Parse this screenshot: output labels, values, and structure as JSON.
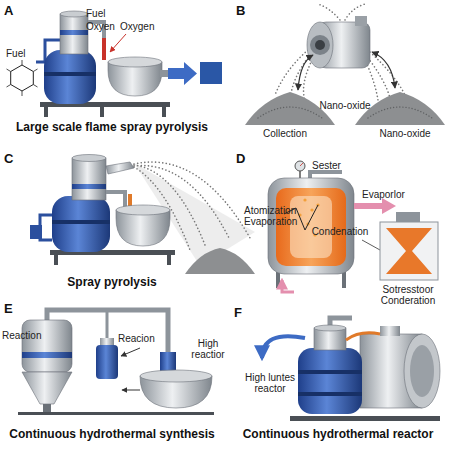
{
  "diagram": {
    "labels": [
      "A",
      "Fuel",
      "Oxyen",
      "Oxygen",
      "Fuel",
      "Large scale flame spray pyrolysis",
      "B",
      "Collection",
      "Nano-oxide",
      "Nano-oxide",
      "C",
      "Spray pyrolysis",
      "D",
      "Sester",
      "Atomization Evaporation",
      "Evaporlor",
      "Condenation",
      "Sotresstoor Conderation",
      "E",
      "Reaction",
      "Reacion",
      "High reactior",
      "Continuous hydrothermal synthesis",
      "F",
      "High luntes reactor",
      "Continuous hydrothermal reactor"
    ]
  }
}
